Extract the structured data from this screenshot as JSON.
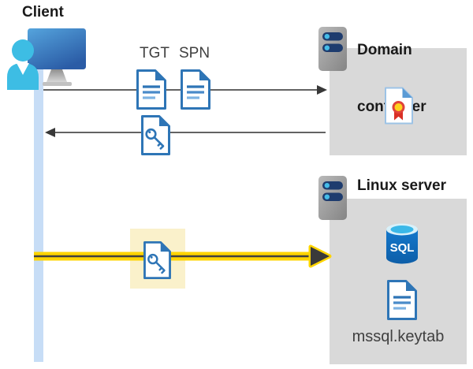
{
  "diagram": {
    "client": {
      "label": "Client"
    },
    "tickets": {
      "tgt_label": "TGT",
      "spn_label": "SPN"
    },
    "domain_controller": {
      "label_line1": "Domain",
      "label_line2": "controller"
    },
    "linux_server": {
      "label": "Linux server",
      "sql_text": "SQL",
      "keytab_label": "mssql.keytab"
    },
    "icons": {
      "client-user-icon": "person in front of monitor",
      "server-icon": "server rack with two status bars",
      "document-icon": "document with text lines",
      "key-document-icon": "document with key",
      "certificate-icon": "document with ribbon seal",
      "sql-database-icon": "database cylinder labeled SQL"
    },
    "colors": {
      "doc_blue": "#2e75b6",
      "doc_blue_medium": "#4a8bc9",
      "doc_blue_light": "#7eb3e3",
      "lifeline_blue": "#c7ddf6",
      "box_gray": "#d9d9d9",
      "arrow_gray": "#4d4d4d",
      "highlight_yellow_bg": "#faf1cb",
      "arrow_yellow": "#ffd400",
      "server_bar_navy": "#1e3c6e",
      "server_dot_cyan": "#45bce8",
      "sql_body_blue": "#1173c5",
      "sql_top_cyan": "#3bb8e8",
      "cert_red": "#d93025",
      "cert_gold": "#ffd21e",
      "person_cyan": "#3dbde4",
      "monitor_blue": "#3e7fc1",
      "label_dark": "#1a1a1a",
      "label_gray": "#404040"
    }
  }
}
